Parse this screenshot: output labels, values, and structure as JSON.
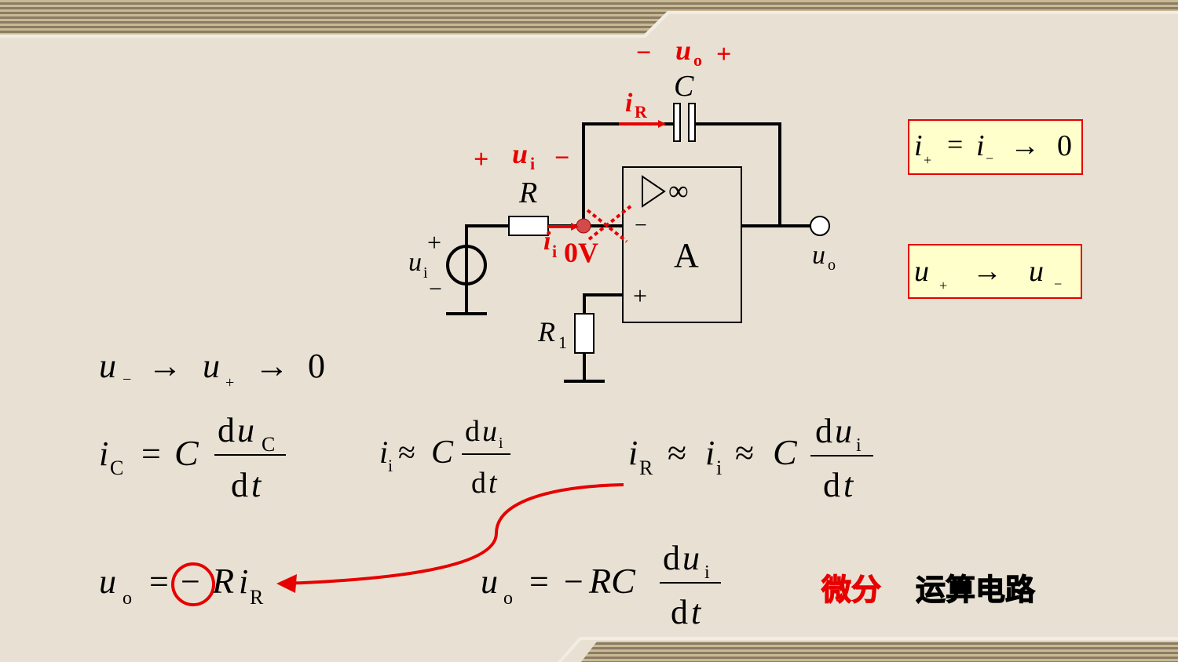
{
  "colors": {
    "background": "#e8e1d3",
    "accent_red": "#e60000",
    "stripe_gold": "#c2b28e",
    "stripe_dark": "#776c56"
  },
  "circuit": {
    "uo_minus": "−",
    "uo_sym": "u",
    "uo_sub": "o",
    "uo_plus": "+",
    "cap_label": "C",
    "iR_sym": "i",
    "iR_sub": "R",
    "ui_plus": "+",
    "ui_sym": "u",
    "ui_sub": "i",
    "ui_minus": "−",
    "res_label": "R",
    "ii_sym": "i",
    "ii_sub": "i",
    "zero_v": "0V",
    "opamp_inf": "∞",
    "opamp_label": "A",
    "opamp_minus": "−",
    "opamp_plus": "+",
    "src_label_sym": "u",
    "src_label_sub": "i",
    "src_plus": "+",
    "src_minus": "−",
    "r1_sym": "R",
    "r1_sub": "1",
    "out_label_sym": "u",
    "out_label_sub": "o"
  },
  "boxes": {
    "box1": {
      "i_plus": "i",
      "plus_sub": "+",
      "eq": "=",
      "i_minus": "i",
      "minus_sub": "−",
      "arrow": "→",
      "zero": "0"
    },
    "box2": {
      "u_plus": "u",
      "plus_sub": "+",
      "arrow": "→",
      "u_minus": "u",
      "minus_sub": "−"
    }
  },
  "equations": {
    "eq1": {
      "u1": "u",
      "s1": "−",
      "arr1": "→",
      "u2": "u",
      "s2": "+",
      "arr2": "→",
      "zero": "0"
    },
    "eq2": {
      "i": "i",
      "isub": "C",
      "eq": "=",
      "C": "C",
      "num_d": "d",
      "num_u": "u",
      "num_sub": "C",
      "den_d": "d",
      "den_t": "t"
    },
    "eq3": {
      "i": "i",
      "isub": "i",
      "approx": "≈",
      "C": "C",
      "num_d": "d",
      "num_u": "u",
      "num_sub": "i",
      "den_d": "d",
      "den_t": "t"
    },
    "eq4": {
      "i1": "i",
      "sub1": "R",
      "approx1": "≈",
      "i2": "i",
      "sub2": "i",
      "approx2": "≈",
      "C": "C",
      "num_d": "d",
      "num_u": "u",
      "num_sub": "i",
      "den_d": "d",
      "den_t": "t"
    },
    "eq5": {
      "u": "u",
      "usub": "o",
      "eq": "=",
      "minus": "−",
      "R": "R",
      "i": "i",
      "isub": "R"
    },
    "eq6": {
      "u": "u",
      "usub": "o",
      "eq": "=",
      "minus": "−",
      "RC": "RC",
      "num_d": "d",
      "num_u": "u",
      "num_sub": "i",
      "den_d": "d",
      "den_t": "t"
    }
  },
  "title": {
    "part1": "微分",
    "part2": "运算电路"
  }
}
